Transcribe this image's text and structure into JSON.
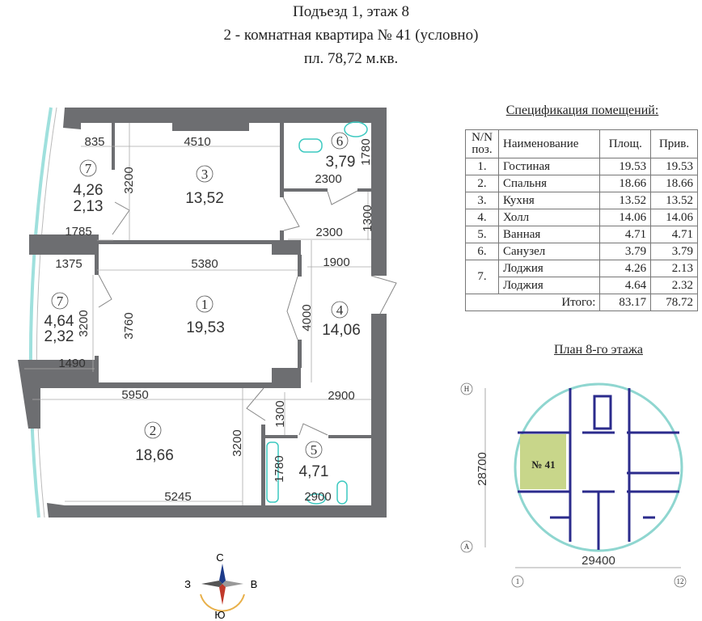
{
  "header": {
    "line1": "Подъезд 1, этаж 8",
    "line2": "2 - комнатная квартира № 41 (условно)",
    "line3": "пл. 78,72 м.кв."
  },
  "plan": {
    "rooms": [
      {
        "num": "1",
        "area": "19,53"
      },
      {
        "num": "2",
        "area": "18,66"
      },
      {
        "num": "3",
        "area": "13,52"
      },
      {
        "num": "4",
        "area": "14,06"
      },
      {
        "num": "5",
        "area": "4,71"
      },
      {
        "num": "6",
        "area": "3,79"
      },
      {
        "num": "7",
        "area": "4,26",
        "reduced": "2,13"
      },
      {
        "num": "7",
        "area": "4,64",
        "reduced": "2,32"
      }
    ],
    "dims": [
      "835",
      "4510",
      "1780",
      "2300",
      "3200",
      "1785",
      "2300",
      "1300",
      "1375",
      "5380",
      "1900",
      "3200",
      "3760",
      "4000",
      "1490",
      "5950",
      "2900",
      "1300",
      "3200",
      "1780",
      "5245",
      "2900"
    ]
  },
  "compass": {
    "n": "С",
    "w": "З",
    "e": "В",
    "s": "Ю"
  },
  "spec": {
    "title": "Спецификация помещений:",
    "headers": [
      "N/N поз.",
      "Наименование",
      "Площ.",
      "Прив."
    ],
    "rows": [
      {
        "n": "1.",
        "name": "Гостиная",
        "area": "19.53",
        "red": "19.53"
      },
      {
        "n": "2.",
        "name": "Спальня",
        "area": "18.66",
        "red": "18.66"
      },
      {
        "n": "3.",
        "name": "Кухня",
        "area": "13.52",
        "red": "13.52"
      },
      {
        "n": "4.",
        "name": "Холл",
        "area": "14.06",
        "red": "14.06"
      },
      {
        "n": "5.",
        "name": "Ванная",
        "area": "4.71",
        "red": "4.71"
      },
      {
        "n": "6.",
        "name": "Санузел",
        "area": "3.79",
        "red": "3.79"
      },
      {
        "n": "7.",
        "name": "Лоджия",
        "area": "4.26",
        "red": "2.13"
      },
      {
        "n": "",
        "name": "Лоджия",
        "area": "4.64",
        "red": "2.32"
      }
    ],
    "total_label": "Итого:",
    "total_area": "83.17",
    "total_red": "78.72"
  },
  "floor_plan": {
    "title": "План 8-го этажа",
    "apartment": "№ 41",
    "height_dim": "28700",
    "width_dim": "29400",
    "axes": [
      "Н",
      "А",
      "1",
      "12"
    ],
    "colors": {
      "walls": "#2b2b8c",
      "apartment": "#c8d68a",
      "plan_walls": "#6d6e71"
    }
  }
}
